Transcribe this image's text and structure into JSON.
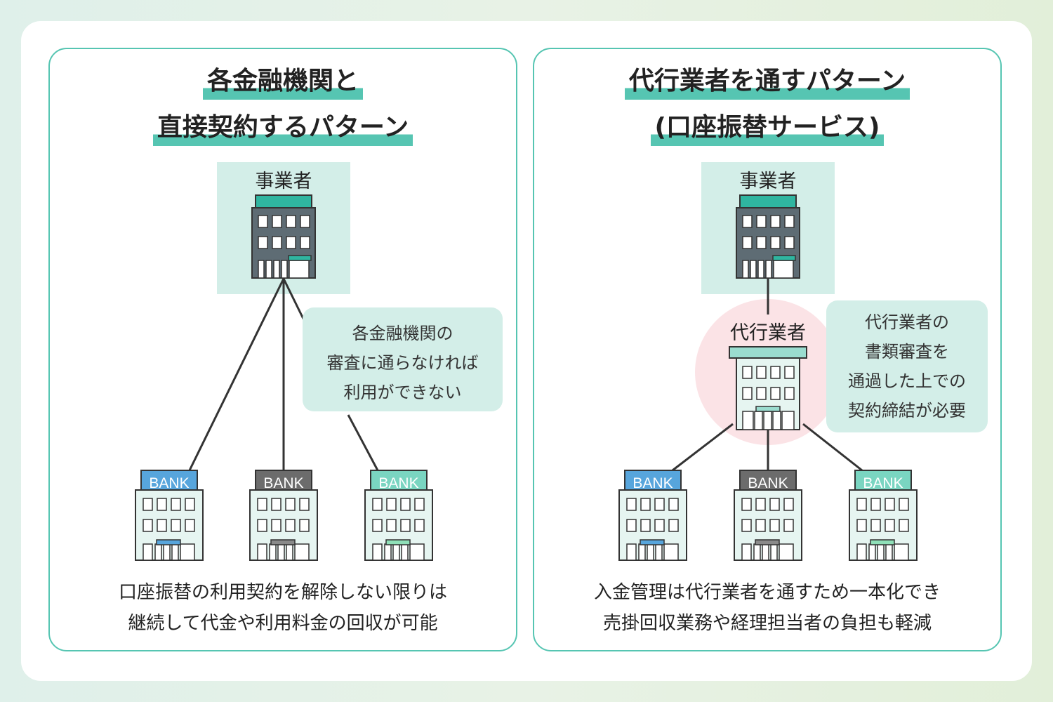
{
  "left": {
    "title_line1": "各金融機関と",
    "title_line2": "直接契約するパターン",
    "business_label": "事業者",
    "bubble_lines": [
      "各金融機関の",
      "審査に通らなければ",
      "利用ができない"
    ],
    "bank_label": "BANK",
    "caption_lines": [
      "口座振替の利用契約を解除しない限りは",
      "継続して代金や利用料金の回収が可能"
    ]
  },
  "right": {
    "title_line1": "代行業者を通すパターン",
    "title_line2": "(口座振替サービス)",
    "business_label": "事業者",
    "agent_label": "代行業者",
    "bubble_lines": [
      "代行業者の",
      "書類審査を",
      "通過した上での",
      "契約締結が必要"
    ],
    "bank_label": "BANK",
    "caption_lines": [
      "入金管理は代行業者を通すため一本化でき",
      "売掛回収業務や経理担当者の負担も軽減"
    ]
  },
  "colors": {
    "accent": "#56c5b2",
    "building_dark": "#5e6c74",
    "bank_blue": "#57a5dc",
    "bank_gray": "#6c6c6c",
    "bank_mint": "#7ad5c1",
    "highlight_pink": "#fbe3e6"
  }
}
